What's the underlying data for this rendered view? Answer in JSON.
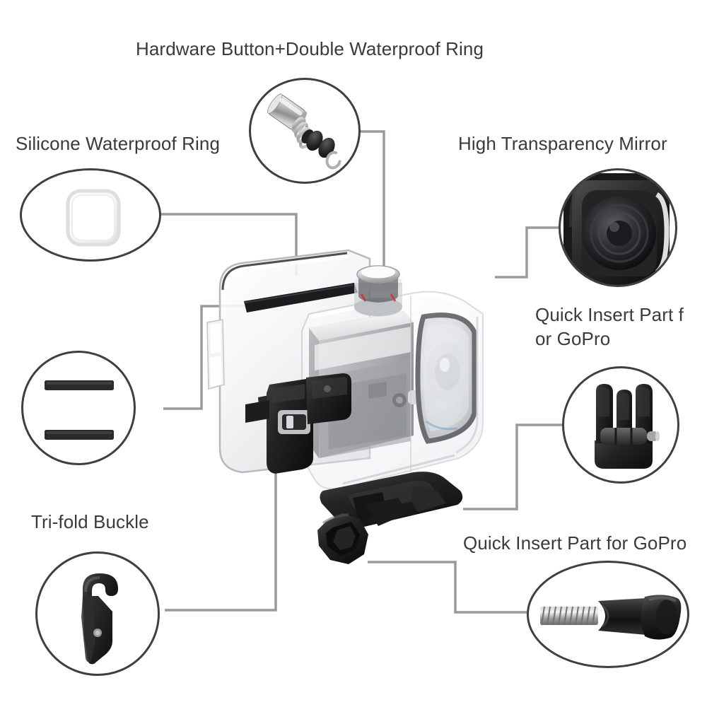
{
  "page": {
    "background_color": "#ffffff",
    "text_color": "#3a3a3a",
    "callout_border_color": "#3f3f3f",
    "leader_line_color": "#9a9a9a",
    "title_note": "Action camera waterproof case exploded feature diagram"
  },
  "labels": {
    "top_center": "Hardware Button+Double Waterproof Ring",
    "top_left": "Silicone Waterproof Ring",
    "top_right": "High Transparency Mirror",
    "mid_right": "Quick Insert Part f\nor GoPro",
    "bottom_left": "Tri-fold Buckle",
    "bottom_right": "Quick Insert Part for GoPro"
  },
  "callouts": [
    {
      "id": "hardware-button-callout",
      "label": "Hardware Button+Double Waterproof Ring",
      "shape": "circle",
      "art": "screw-spring-orings",
      "art_description": "Metallic screw with coil spring and two black rubber O-rings plus a small washer"
    },
    {
      "id": "silicone-ring-callout",
      "label": "Silicone Waterproof Ring",
      "shape": "ellipse",
      "art": "silicone-rounded-square-ring",
      "art_description": "White rounded-square silicone gasket ring outline"
    },
    {
      "id": "mirror-callout",
      "label": "High Transparency Mirror",
      "shape": "circle",
      "art": "camera-lens-module",
      "art_description": "Dark rounded-square camera lens module with concentric lens rings"
    },
    {
      "id": "anti-slip-callout",
      "label": "",
      "shape": "circle",
      "art": "two-dark-bars",
      "art_description": "Two dark horizontal rubber strips stacked vertically"
    },
    {
      "id": "quick-insert-mount-callout",
      "label": "Quick Insert Part f\nor GoPro",
      "shape": "circle",
      "art": "gopro-buckle-mount",
      "art_description": "Black GoPro quick-release buckle mount with three prongs and side pin"
    },
    {
      "id": "tri-fold-buckle-callout",
      "label": "Tri-fold Buckle",
      "shape": "circle",
      "art": "hook-latch",
      "art_description": "Black hook-shaped tri-fold latch arm with a metal rivet"
    },
    {
      "id": "thumbscrew-callout",
      "label": "Quick Insert Part for GoPro",
      "shape": "ellipse",
      "art": "thumbscrew",
      "art_description": "Thumbscrew with metallic threaded shaft and black wing-shaped head"
    }
  ],
  "product": {
    "name": "waterproof-case-with-camera",
    "description": "Transparent polycarbonate waterproof housing containing a silver and black action camera, with black tri-fold latch on the left side and black quick-release mount with thumbscrew at the bottom",
    "parts": [
      "transparent-housing",
      "camera-body",
      "lens-window",
      "top-shutter-button",
      "tri-fold-latch",
      "base-mount",
      "thumbscrew-knob"
    ]
  }
}
